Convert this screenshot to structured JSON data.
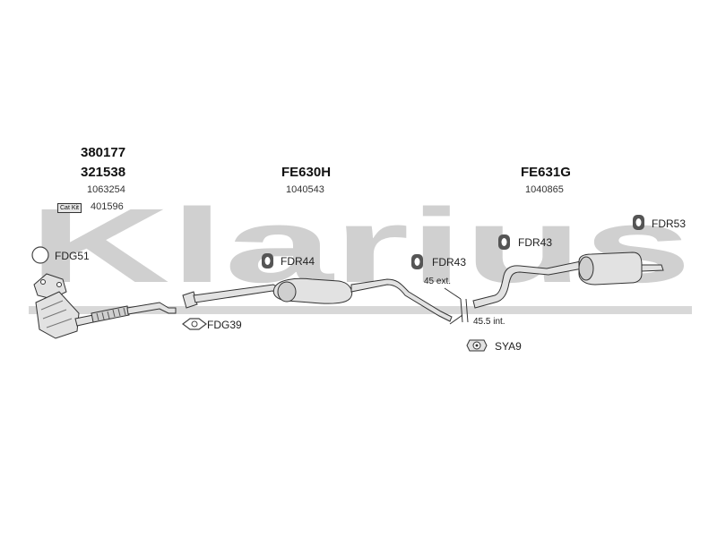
{
  "brand_watermark": "Klarius",
  "colors": {
    "watermark": "#d0d0d0",
    "part_outline": "#333333",
    "part_fill": "#e2e2e2",
    "icon_fill": "#555555"
  },
  "sections": [
    {
      "code_primary": "380177",
      "code_secondary": "321538",
      "ref": "1063254"
    },
    {
      "code_primary": "FE630H",
      "ref": "1040543"
    },
    {
      "code_primary": "FE631G",
      "ref": "1040865"
    }
  ],
  "cat_kit": {
    "badge": "Cat Kit",
    "number": "401596"
  },
  "callouts": {
    "fdg51": "FDG51",
    "fdg39": "FDG39",
    "fdr44": "FDR44",
    "fdr43_a": "FDR43",
    "fdr43_b": "FDR43",
    "fdr53": "FDR53",
    "sya9": "SYA9"
  },
  "dimensions": {
    "ext": "45 ext.",
    "int": "45.5 int."
  }
}
